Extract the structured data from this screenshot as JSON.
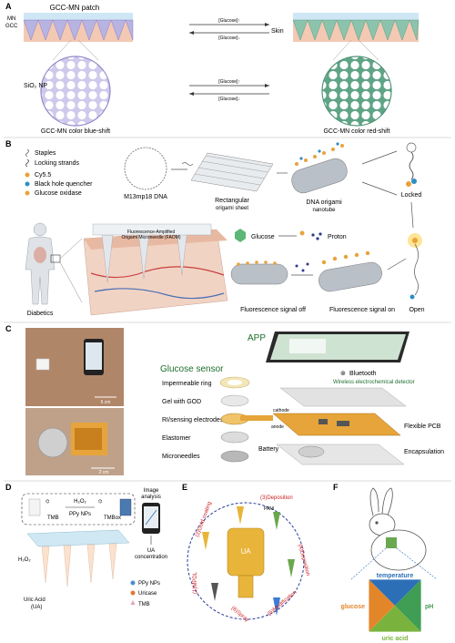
{
  "panelA": {
    "letter": "A",
    "patch_title": "GCC-MN patch",
    "mn": "MN",
    "gcc": "GCC",
    "skin": "Skin",
    "glucose_up": "[Glucose]↑",
    "glucose_down": "[Glucose]↓",
    "sio2": "SiO₂ NP",
    "blue_shift": "GCC-MN color blue-shift",
    "red_shift": "GCC-MN color red-shift"
  },
  "panelB": {
    "letter": "B",
    "legend": [
      "Staples",
      "Locking strands",
      "Cy5.5",
      "Black hole quencher",
      "Glucose oxidase"
    ],
    "m13": "M13mp18 DNA",
    "rect_sheet_1": "Rectangular",
    "rect_sheet_2": "origami sheet",
    "dna_origami_1": "DNA origami",
    "dna_origami_2": "nanotube",
    "locked": "Locked",
    "faom_1": "Fluorescence-Amplified",
    "faom_2": "Origami Microneedle (FAOM)",
    "glucose": "Glucose",
    "proton": "Proton",
    "diabetics": "Diabetics",
    "signal_off": "Fluorescence signal off",
    "signal_on": "Fluorescence signal on",
    "open": "Open"
  },
  "panelC": {
    "letter": "C",
    "app": "APP",
    "glucose_sensor": "Glucose sensor",
    "bluetooth": "Bluetooth",
    "wireless": "Wireless electrochemical detector",
    "scale1": "5 cm",
    "scale2": "2 cm",
    "layers": [
      "Impermeable ring",
      "Gel with GOD",
      "RI/sensing electrodes",
      "Elastomer",
      "Microneedles"
    ],
    "battery": "Battery",
    "flexible_pcb": "Flexible PCB",
    "encapsulation": "Encapsulation",
    "cathode": "cathode",
    "anode": "anode"
  },
  "panelD": {
    "letter": "D",
    "tmb": "TMB",
    "h2o2_top": "H₂O₂",
    "ppy": "PPy NPs",
    "tmbox": "TMBox",
    "h2o2_side": "H₂O₂",
    "image_analysis_1": "Image",
    "image_analysis_2": "analysis",
    "ua_conc_1": "UA",
    "ua_conc_2": "concentration",
    "uric_acid_1": "Uric Acid",
    "uric_acid_2": "(UA)",
    "legend": [
      "PPy NPs",
      "Uricase",
      "TMB"
    ]
  },
  "panelE": {
    "letter": "E",
    "steps": [
      "(3)Deposition",
      "(4)Deposition",
      "(5)Modification",
      "(6)Spray",
      "(1)MPDL",
      "(2)Gold coating"
    ],
    "pani": "PANI",
    "center": "UA"
  },
  "panelF": {
    "letter": "F",
    "temperature": "temperature",
    "glucose": "glucose",
    "ph": "pH",
    "uric_acid": "uric acid"
  },
  "colors": {
    "skin": "#f3c9b4",
    "gcc_blue": "#b7b4e2",
    "gcc_green": "#6fae94",
    "divider": "#b8b8b8",
    "temperature_blue": "#2d6fb7",
    "glucose_orange": "#e3862a",
    "ph_green": "#3f9d54",
    "uric_green": "#79b33d"
  }
}
